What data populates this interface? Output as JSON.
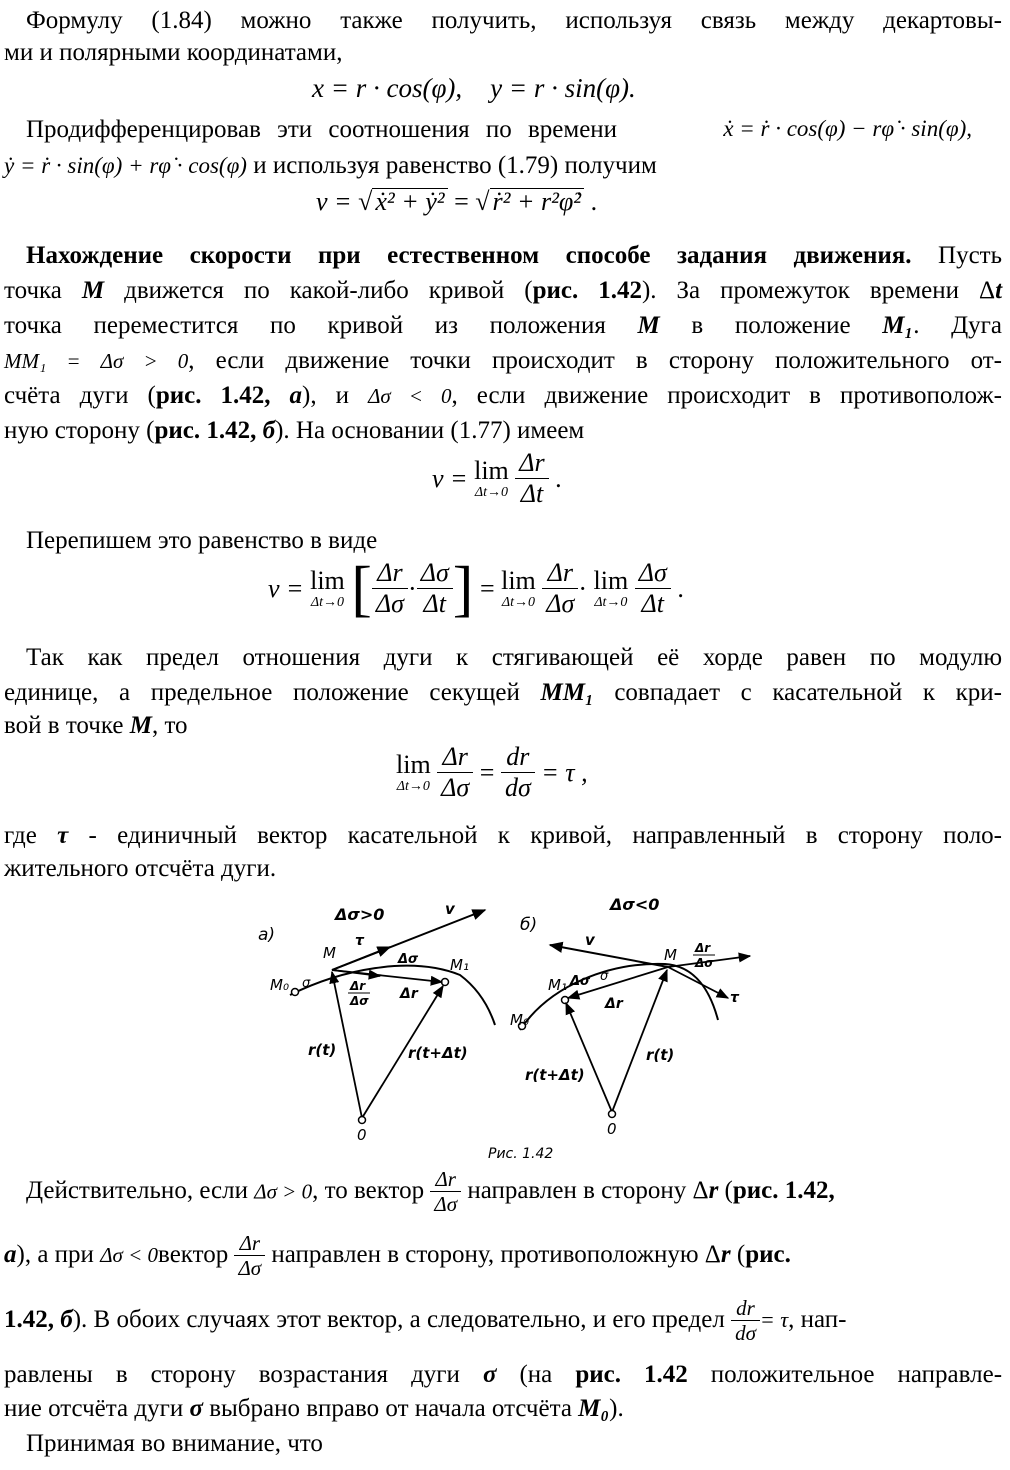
{
  "p1": {
    "line1": "Формулу (1.84) можно также получить, используя связь между декартовы-",
    "line2": "ми и полярными координатами,"
  },
  "eq_polar": {
    "x": "x = r · cos(φ),",
    "y": "y = r · sin(φ)."
  },
  "p2": {
    "line1_text": "Продифференцировав эти соотношения по времени",
    "line1_formula": "ẋ = ṙ · cos(φ) − rφ̇ · sin(φ),",
    "line2_formula": "ẏ = ṙ · sin(φ) + rφ̇ · cos(φ)",
    "line2_text": "и используя равенство (1.79) получим"
  },
  "eq_v": {
    "lhs": "v =",
    "mid": "=",
    "sqrt1": "ẋ² + ẏ²",
    "sqrt2": "ṙ² + r²φ̇²",
    "tail": "."
  },
  "p3": {
    "title": "Нахождение скорости при естественном способе задания движения.",
    "line1_rest": "Пусть",
    "line2": [
      "точка",
      "M",
      "движется по какой-либо кривой (",
      "рис. 1.42",
      "). За промежуток времени Δ",
      "t"
    ],
    "line3": [
      "точка переместится по кривой из положения",
      "M",
      "в положение",
      "M₁",
      ". Дуга"
    ],
    "line4_formula": "MM₁ = Δσ > 0",
    "line4_text": ", если движение точки происходит в сторону положительного от-",
    "line5": [
      "счёта дуги (",
      "рис. 1.42,",
      "а",
      "), и",
      "Δσ < 0",
      ", если движение происходит в противополож-"
    ],
    "line6": [
      "ную сторону (",
      "рис. 1.42,",
      "б",
      "). На основании (1.77) имеем"
    ]
  },
  "eq_lim1": {
    "lhs": "v =",
    "lim": "lim",
    "sub": "Δt→0",
    "num": "Δr",
    "den": "Δt",
    "tail": "."
  },
  "p4": "Перепишем это равенство в виде",
  "eq_lim2": {
    "lhs": "v =",
    "lim": "lim",
    "sub": "Δt→0",
    "n1": "Δr",
    "d1": "Δσ",
    "n2": "Δσ",
    "d2": "Δt",
    "dot": "·",
    "eq": "=",
    "tail": "."
  },
  "p5": {
    "line1": "Так как предел отношения дуги к стягивающей её хорде равен по модулю",
    "line2": [
      "единице, а предельное положение секущей",
      "MM₁",
      "совпадает с касательной к кри-"
    ],
    "line3": [
      "вой в точке",
      "M",
      ", то"
    ]
  },
  "eq_tau": {
    "lim": "lim",
    "sub": "Δt→0",
    "num": "Δr",
    "den": "Δσ",
    "eq": "=",
    "num2": "dr",
    "den2": "dσ",
    "rhs": "= τ ,"
  },
  "p6": {
    "line1": [
      "где",
      "τ",
      "- единичный вектор касательной к кривой, направленный в сторону поло-"
    ],
    "line2": "жительного отсчёта дуги."
  },
  "figure": {
    "caption": "Рис. 1.42",
    "a_label": "а)",
    "b_label": "б)",
    "a_cond": "Δσ>0",
    "b_cond": "Δσ<0",
    "M": "M",
    "M0": "M₀",
    "M1": "M₁",
    "O": "0",
    "sigma": "σ",
    "dsigma": "Δσ",
    "tau": "τ",
    "v": "v",
    "dr": "Δr",
    "dr_frac_num": "Δr",
    "dr_frac_den": "Δσ",
    "rt": "r(t)",
    "rtdt": "r(t+Δt)"
  },
  "p7": {
    "line1": [
      "Действительно, если",
      "Δσ > 0",
      ", то вектор",
      "Δr",
      "Δσ",
      "направлен в сторону Δ",
      "r",
      "(",
      "рис. 1.42,"
    ],
    "line2": [
      "а",
      "), а при",
      "Δσ < 0",
      "вектор",
      "Δr",
      "Δσ",
      "направлен в сторону, противоположную Δ",
      "r",
      "(",
      "рис."
    ],
    "line3": [
      "1.42,",
      "б",
      "). В обоих случаях этот вектор, а следовательно, и его предел",
      "dr",
      "dσ",
      "= τ",
      ", нап-"
    ],
    "line4": [
      "равлены в сторону возрастания дуги",
      "σ",
      "(на",
      "рис. 1.42",
      "положительное направле-"
    ],
    "line5": [
      "ние отсчёта дуги",
      "σ",
      "выбрано вправо от начала отсчёта",
      "M₀",
      ")."
    ],
    "line6": "Принимая во внимание, что"
  }
}
